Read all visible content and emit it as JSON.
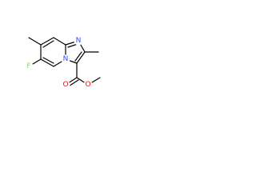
{
  "molecule": {
    "atom_labels": {
      "fluorine": "F",
      "ring_nitrogen_top": "N",
      "ring_nitrogen_bridge": "N",
      "carbonyl_oxygen": "O",
      "ester_oxygen": "O"
    },
    "colors": {
      "bond": "#000000",
      "fluorine": "#90e050",
      "nitrogen": "#3050f8",
      "oxygen": "#ff0d0d"
    }
  }
}
